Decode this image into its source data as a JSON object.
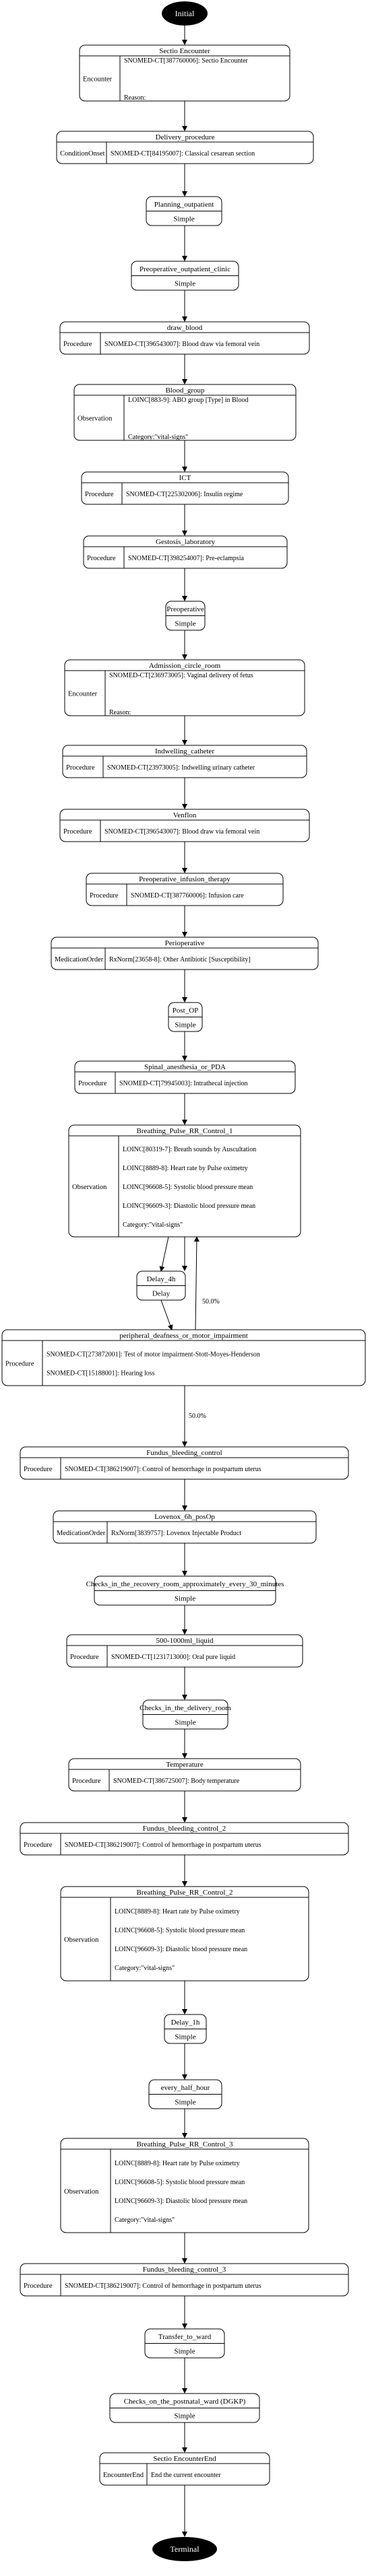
{
  "diagram": {
    "start": "Initial",
    "end": "Terminal",
    "nodes": [
      {
        "id": "n1",
        "kind": "state",
        "title": "Sectio Encounter",
        "type": "Encounter",
        "lines": [
          "SNOMED-CT[387760006]: Sectio Encounter",
          "",
          "Reason:"
        ]
      },
      {
        "id": "n2",
        "kind": "state",
        "title": "Delivery_procedure",
        "type": "ConditionOnset",
        "lines": [
          "SNOMED-CT[84195007]: Classical cesarean section"
        ]
      },
      {
        "id": "n3",
        "kind": "simple",
        "title": "Planning_outpatient",
        "sub": "Simple"
      },
      {
        "id": "n4",
        "kind": "simple",
        "title": "Preoperative_outpatient_clinic",
        "sub": "Simple"
      },
      {
        "id": "n5",
        "kind": "state",
        "title": "draw_blood",
        "type": "Procedure",
        "lines": [
          "SNOMED-CT[396543007]: Blood draw via femoral vein"
        ]
      },
      {
        "id": "n6",
        "kind": "state",
        "title": "Blood_group",
        "type": "Observation",
        "lines": [
          "LOINC[883-9]: ABO group [Type] in Blood",
          "",
          "Category:\"vital-signs\""
        ]
      },
      {
        "id": "n7",
        "kind": "state",
        "title": "ICT",
        "type": "Procedure",
        "lines": [
          "SNOMED-CT[225302006]: Insulin regime"
        ]
      },
      {
        "id": "n8",
        "kind": "state",
        "title": "Gestosis_laboratory",
        "type": "Procedure",
        "lines": [
          "SNOMED-CT[398254007]: Pre-eclampsia"
        ]
      },
      {
        "id": "n9",
        "kind": "simple",
        "title": "Preoperative",
        "sub": "Simple"
      },
      {
        "id": "n10",
        "kind": "state",
        "title": "Admission_circle_room",
        "type": "Encounter",
        "lines": [
          "SNOMED-CT[236973005]: Vaginal delivery of fetus",
          "",
          "Reason:"
        ]
      },
      {
        "id": "n11",
        "kind": "state",
        "title": "Indwelling_catheter",
        "type": "Procedure",
        "lines": [
          "SNOMED-CT[23973005]: Indwelling urinary catheter"
        ]
      },
      {
        "id": "n12",
        "kind": "state",
        "title": "Venflon",
        "type": "Procedure",
        "lines": [
          "SNOMED-CT[396543007]: Blood draw via femoral vein"
        ]
      },
      {
        "id": "n13",
        "kind": "state",
        "title": "Preoperative_infusion_therapy",
        "type": "Procedure",
        "lines": [
          "SNOMED-CT[387760006]: Infusion care"
        ]
      },
      {
        "id": "n14",
        "kind": "state",
        "title": "Perioperative",
        "type": "MedicationOrder",
        "lines": [
          "RxNorm[23658-8]: Other Antibiotic [Susceptibility]"
        ]
      },
      {
        "id": "n15",
        "kind": "simple",
        "title": "Post_OP",
        "sub": "Simple"
      },
      {
        "id": "n16",
        "kind": "state",
        "title": "Spinal_anesthesia_or_PDA",
        "type": "Procedure",
        "lines": [
          "SNOMED-CT[79945003]: Intrathecal injection"
        ]
      },
      {
        "id": "n17",
        "kind": "state",
        "title": "Breathing_Pulse_RR_Control_1",
        "type": "Observation",
        "lines": [
          "LOINC[80319-7]: Breath sounds by Auscultation",
          "LOINC[8889-8]: Heart rate by Pulse oximetry",
          "LOINC[96608-5]: Systolic blood pressure mean",
          "LOINC[96609-3]: Diastolic blood pressure mean",
          "Category:\"vital-signs\""
        ]
      },
      {
        "id": "n18",
        "kind": "simple",
        "title": "Delay_4h",
        "sub": "Delay"
      },
      {
        "id": "n19",
        "kind": "state",
        "title": "peripheral_deafness_or_motor_impairment",
        "type": "Procedure",
        "lines": [
          "SNOMED-CT[273872001]: Test of motor impairment-Stott-Moyes-Henderson",
          "SNOMED-CT[15188001]: Hearing loss"
        ]
      },
      {
        "id": "n20",
        "kind": "state",
        "title": "Fundus_bleeding_control",
        "type": "Procedure",
        "lines": [
          "SNOMED-CT[386219007]: Control of hemorrhage in postpartum uterus"
        ]
      },
      {
        "id": "n21",
        "kind": "state",
        "title": "Lovenox_6h_posOp",
        "type": "MedicationOrder",
        "lines": [
          "RxNorm[3839757]: Lovenox Injectable Product"
        ]
      },
      {
        "id": "n22",
        "kind": "simple",
        "title": "Checks_in_the_recovery_room_approximately_every_30_minutes",
        "sub": "Simple"
      },
      {
        "id": "n23",
        "kind": "state",
        "title": "500-1000ml_liquid",
        "type": "Procedure",
        "lines": [
          "SNOMED-CT[1231713000]: Oral pure liquid"
        ]
      },
      {
        "id": "n24",
        "kind": "simple",
        "title": "Checks_in_the_delivery_room",
        "sub": "Simple"
      },
      {
        "id": "n25",
        "kind": "state",
        "title": "Temperature",
        "type": "Procedure",
        "lines": [
          "SNOMED-CT[386725007]: Body temperature"
        ]
      },
      {
        "id": "n26",
        "kind": "state",
        "title": "Fundus_bleeding_control_2",
        "type": "Procedure",
        "lines": [
          "SNOMED-CT[386219007]: Control of hemorrhage in postpartum uterus"
        ]
      },
      {
        "id": "n27",
        "kind": "state",
        "title": "Breathing_Pulse_RR_Control_2",
        "type": "Observation",
        "lines": [
          "LOINC[8889-8]: Heart rate by Pulse oximetry",
          "LOINC[96608-5]: Systolic blood pressure mean",
          "LOINC[96609-3]: Diastolic blood pressure mean",
          "Category:\"vital-signs\""
        ]
      },
      {
        "id": "n28",
        "kind": "simple",
        "title": "Delay_1h",
        "sub": "Simple"
      },
      {
        "id": "n29",
        "kind": "simple",
        "title": "every_half_hour",
        "sub": "Simple"
      },
      {
        "id": "n30",
        "kind": "state",
        "title": "Breathing_Pulse_RR_Control_3",
        "type": "Observation",
        "lines": [
          "LOINC[8889-8]: Heart rate by Pulse oximetry",
          "LOINC[96608-5]: Systolic blood pressure mean",
          "LOINC[96609-3]: Diastolic blood pressure mean",
          "Category:\"vital-signs\""
        ]
      },
      {
        "id": "n31",
        "kind": "state",
        "title": "Fundus_bleeding_control_3",
        "type": "Procedure",
        "lines": [
          "SNOMED-CT[386219007]: Control of hemorrhage in postpartum uterus"
        ]
      },
      {
        "id": "n32",
        "kind": "simple",
        "title": "Transfer_to_ward",
        "sub": "Simple"
      },
      {
        "id": "n33",
        "kind": "simple",
        "title": "Checks_on_the_postnatal_ward (DGKP)",
        "sub": "Simple"
      },
      {
        "id": "n34",
        "kind": "state",
        "title": "Sectio EncounterEnd",
        "type": "EncounterEnd",
        "lines": [
          "End the current encounter"
        ]
      }
    ],
    "edge_labels": {
      "loop_back": "50.0%",
      "forward": "50.0%"
    }
  }
}
